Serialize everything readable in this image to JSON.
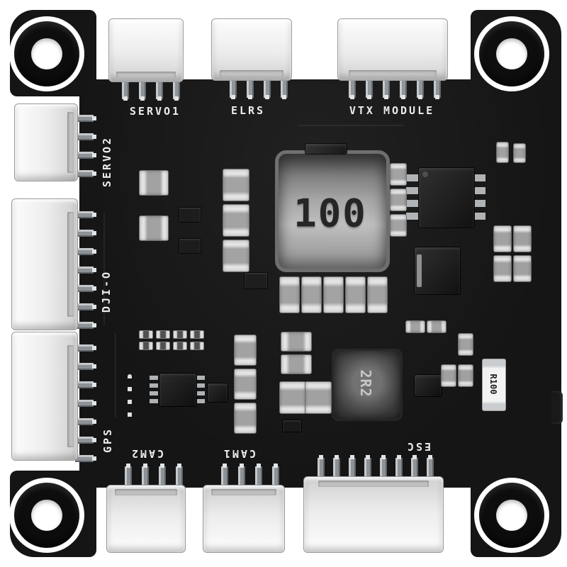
{
  "photo": {
    "description": "Top-down photo of a black flight-controller style PCB with white JST connectors and corner grommets",
    "background_color": "#ffffff",
    "board_color": "#151515",
    "silkscreen_color": "#ececec",
    "connector_labels": {
      "servo1": "SERVO1",
      "elrs": "ELRS",
      "vtx_module": "VTX MODULE",
      "servo2": "SERVO2",
      "dji_o": "DJI-O",
      "gps": "GPS",
      "cam2": "CAM2",
      "cam1": "CAM1",
      "esc": "ESC"
    },
    "component_markings": {
      "main_inductor": "100",
      "small_inductor": "2R2",
      "shunt_resistor": "R100"
    }
  }
}
